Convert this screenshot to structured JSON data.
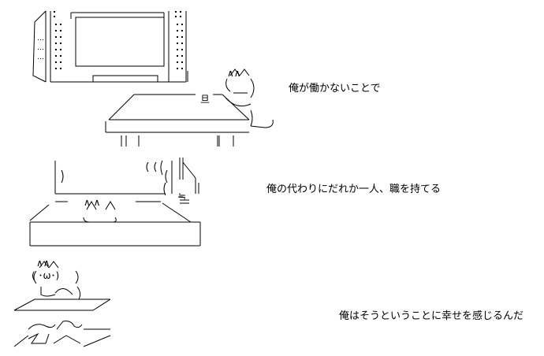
{
  "captions": [
    "俺が働かないことで",
    "俺の代わりにだれか一人、職を持てる",
    "俺はそうということに幸せを感じるんだ"
  ],
  "ascii_marks": {
    "cat_ears_top": "∧∧",
    "cat_ears_mid": "∧ ∧",
    "cat_ears_low": "∧∧",
    "cat_face": "( ･ω･)",
    "monitor_stand_mark": "旦",
    "stove_mark": "≒"
  },
  "colors": {
    "background": "#ffffff",
    "ink": "#000000"
  }
}
